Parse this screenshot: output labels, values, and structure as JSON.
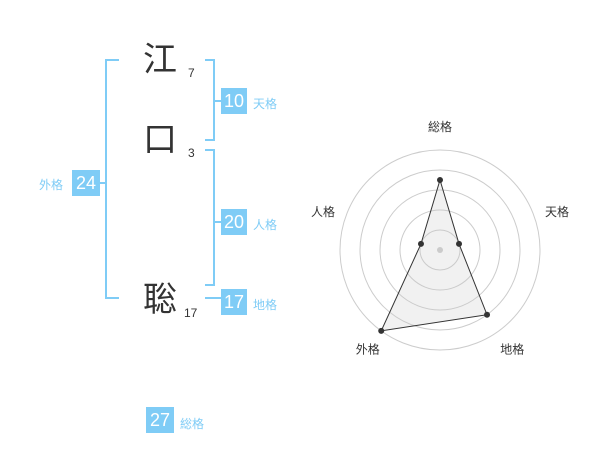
{
  "name": {
    "chars": [
      {
        "char": "江",
        "strokes": "7"
      },
      {
        "char": "口",
        "strokes": "3"
      },
      {
        "char": "聡",
        "strokes": "17"
      }
    ]
  },
  "fortunes": {
    "tenkaku": {
      "value": "10",
      "label": "天格"
    },
    "jinkaku": {
      "value": "20",
      "label": "人格"
    },
    "chikaku": {
      "value": "17",
      "label": "地格"
    },
    "gaikaku": {
      "value": "24",
      "label": "外格"
    },
    "soukaku": {
      "value": "27",
      "label": "総格"
    }
  },
  "colors": {
    "accent": "#7fccf6",
    "text": "#333333",
    "grid": "#cccccc"
  },
  "chart_data": {
    "type": "radar",
    "axes": [
      "総格",
      "天格",
      "地格",
      "外格",
      "人格"
    ],
    "rings": 5,
    "scale_max": 5,
    "values": [
      3.5,
      1.0,
      4.0,
      5.0,
      1.0
    ]
  }
}
